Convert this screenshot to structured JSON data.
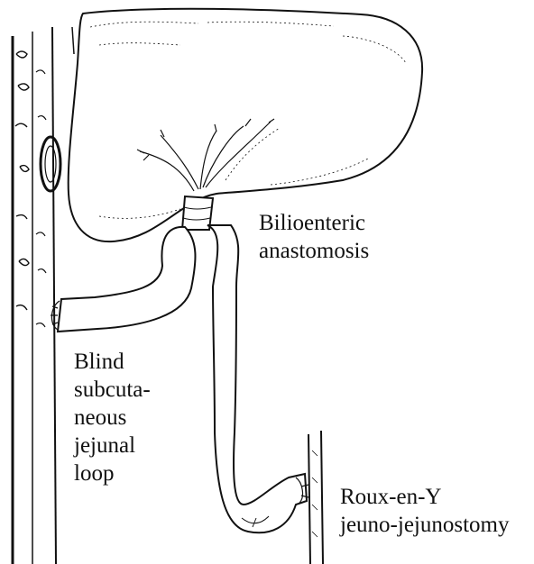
{
  "labels": {
    "bilioenteric": [
      "Bilioenteric",
      "anastomosis"
    ],
    "blind_loop": [
      "Blind",
      "subcuta-",
      "neous",
      "jejunal",
      "loop"
    ],
    "roux": [
      "Roux-en-Y",
      "jeuno-jejunostomy"
    ]
  },
  "colors": {
    "ink": "#111111",
    "background": "#ffffff"
  }
}
